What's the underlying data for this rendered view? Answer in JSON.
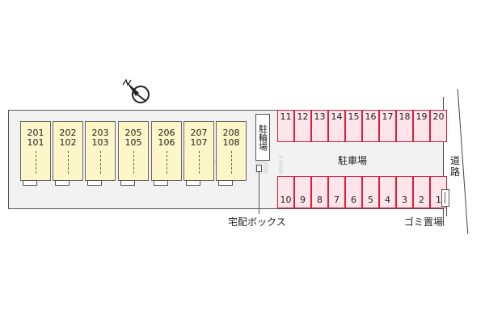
{
  "units": [
    {
      "upper": "201",
      "lower": "101"
    },
    {
      "upper": "202",
      "lower": "102"
    },
    {
      "upper": "203",
      "lower": "103"
    },
    {
      "upper": "205",
      "lower": "105"
    },
    {
      "upper": "206",
      "lower": "106"
    },
    {
      "upper": "207",
      "lower": "107"
    },
    {
      "upper": "208",
      "lower": "108"
    }
  ],
  "bike_parking": "駐輪場",
  "parking": {
    "label": "駐車場",
    "top_row": [
      "11",
      "12",
      "13",
      "14",
      "15",
      "16",
      "17",
      "18",
      "19",
      "20"
    ],
    "bottom_row": [
      "10",
      "9",
      "8",
      "7",
      "6",
      "5",
      "4",
      "3",
      "2",
      "1"
    ]
  },
  "road": "道路",
  "delivery_box": "宅配ボックス",
  "garbage": "ゴミ置場",
  "watermark": "minimini",
  "colors": {
    "unit_fill": "#fdf6c8",
    "parking_fill": "#fde5e9",
    "parking_stroke": "#d5203f",
    "lot_fill": "#f2f2f2"
  }
}
